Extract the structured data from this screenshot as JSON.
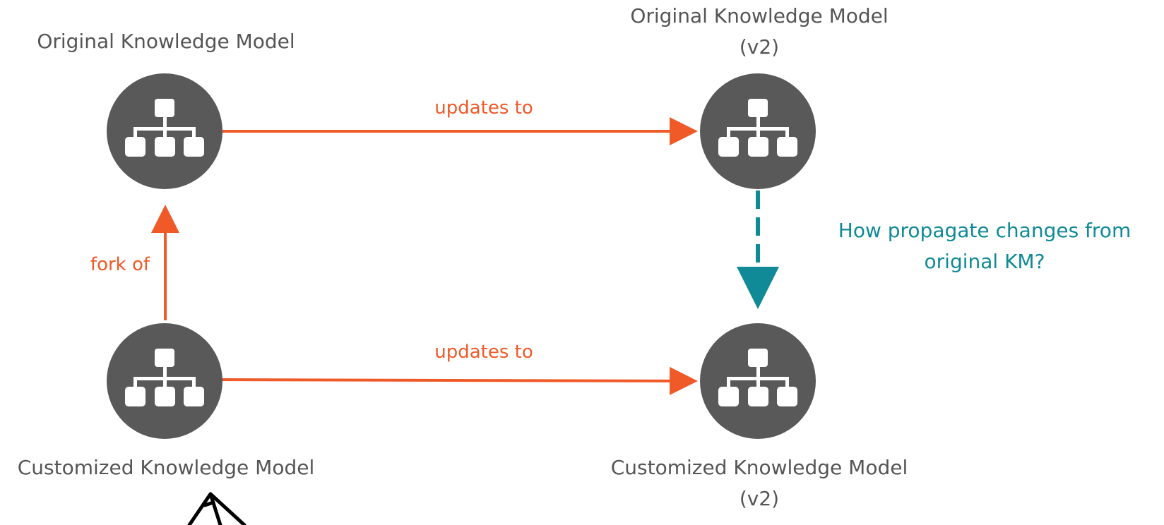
{
  "nodes": {
    "original": {
      "label": "Original Knowledge Model",
      "icon": "hierarchy-icon"
    },
    "original_v2": {
      "label_line1": "Original Knowledge Model",
      "label_line2": "(v2)",
      "icon": "hierarchy-icon"
    },
    "customized": {
      "label": "Customized Knowledge Model",
      "icon": "hierarchy-icon"
    },
    "customized_v2": {
      "label_line1": "Customized Knowledge Model",
      "label_line2": "(v2)",
      "icon": "hierarchy-icon"
    }
  },
  "edges": {
    "top_updates": "updates to",
    "bottom_updates": "updates to",
    "fork": "fork of",
    "question_line1": "How propagate changes from",
    "question_line2": "original KM?"
  },
  "colors": {
    "node_fill": "#595959",
    "node_icon": "#ffffff",
    "edge_orange": "#f05a28",
    "question_teal": "#0f8a96",
    "label_gray": "#555555"
  }
}
